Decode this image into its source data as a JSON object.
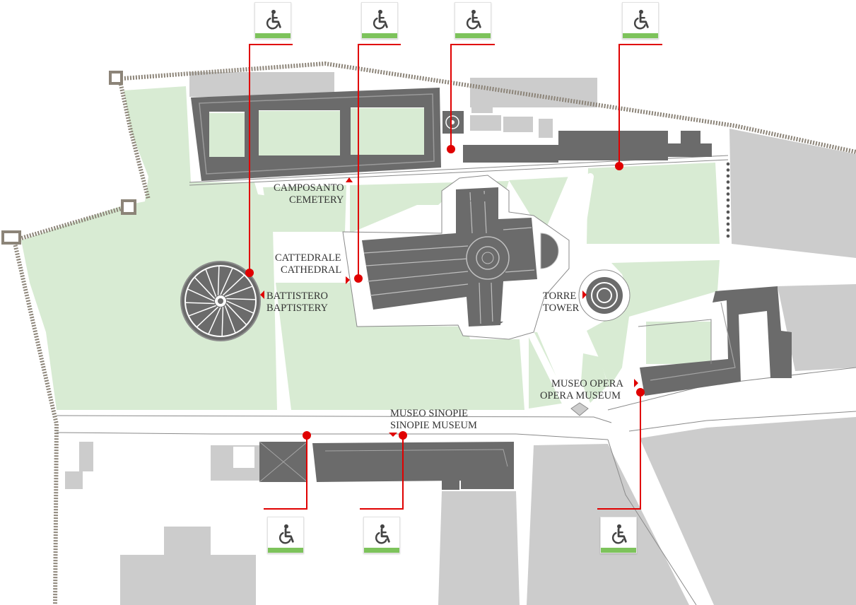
{
  "colors": {
    "lawn": "#d8ebd3",
    "building_dark": "#6b6b6b",
    "building_light": "#cccccc",
    "wall": "#8c8478",
    "path": "#ffffff",
    "route": "#e00000",
    "accessible_green": "#7dc35b"
  },
  "labels": {
    "camposanto": {
      "it": "CAMPOSANTO",
      "en": "CEMETERY"
    },
    "cattedrale": {
      "it": "CATTEDRALE",
      "en": "CATHEDRAL"
    },
    "battistero": {
      "it": "BATTISTERO",
      "en": "BAPTISTERY"
    },
    "torre": {
      "it": "TORRE",
      "en": "TOWER"
    },
    "museo_opera": {
      "it": "MUSEO OPERA",
      "en": "OPERA MUSEUM"
    },
    "museo_sinopie": {
      "it": "MUSEO SINOPIE",
      "en": "SINOPIE MUSEUM"
    }
  },
  "icons": {
    "accessible_entrance": "wheelchair-icon",
    "entrance_arrow": "triangle-marker"
  }
}
